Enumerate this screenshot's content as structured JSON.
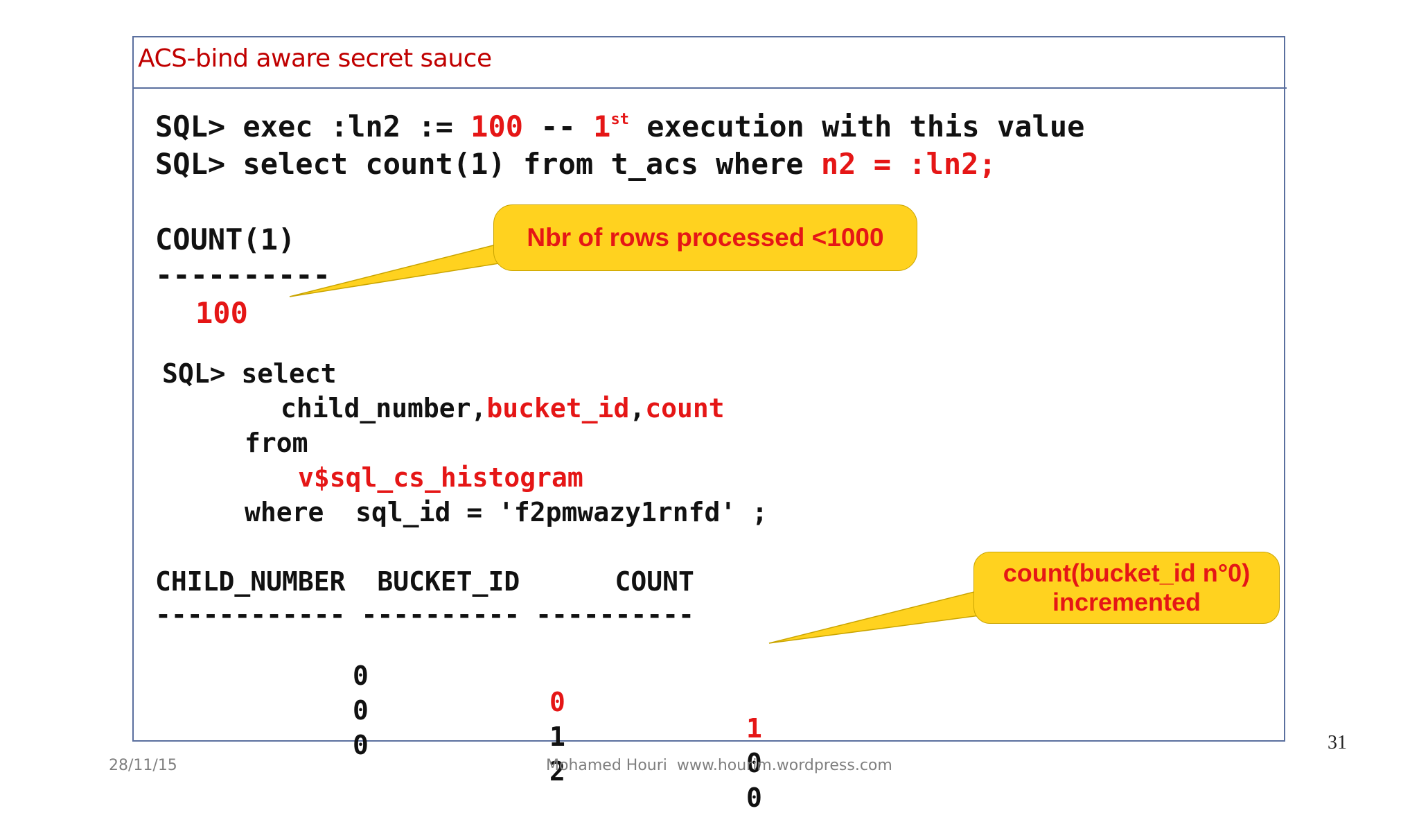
{
  "slide": {
    "title": "ACS-bind aware secret sauce",
    "page_number": "31",
    "footer_date": "28/11/15",
    "footer_author": "Mohamed Houri  www.hourim.wordpress.com"
  },
  "code1": {
    "line1_prefix": "SQL> exec :ln2 := ",
    "line1_value": "100",
    "line1_comment": " -- ",
    "line1_ordinal": "1",
    "line1_sup": "st",
    "line1_rest": " execution with this value",
    "line2_prefix": "SQL> select count(1) from t_acs where ",
    "line2_predicate": "n2 = :ln2;"
  },
  "result1": {
    "header": "COUNT(1)",
    "separator": "----------",
    "value": "100"
  },
  "callout1": {
    "text": "Nbr of rows processed <1000"
  },
  "code2": {
    "line1": "SQL> select",
    "line2_col1": "child_number,",
    "line2_col2": "bucket_id",
    "line2_sep": ",",
    "line2_col3": "count",
    "line3": "from",
    "line4": "v$sql_cs_histogram",
    "line5": "where  sql_id = 'f2pmwazy1rnfd' ;"
  },
  "result2": {
    "headers": [
      "CHILD_NUMBER",
      "BUCKET_ID",
      "COUNT"
    ],
    "separators": [
      "------------",
      "----------",
      "----------"
    ],
    "rows": [
      {
        "child_number": "0",
        "bucket_id": "0",
        "count": "1"
      },
      {
        "child_number": "0",
        "bucket_id": "1",
        "count": "0"
      },
      {
        "child_number": "0",
        "bucket_id": "2",
        "count": "0"
      }
    ]
  },
  "callout2": {
    "line1": "count(bucket_id n°0)",
    "line2": "incremented"
  },
  "colors": {
    "accent_red": "#e51616",
    "title_red": "#c00000",
    "callout_yellow": "#ffd21f",
    "frame_blue": "#5a6f9e"
  }
}
